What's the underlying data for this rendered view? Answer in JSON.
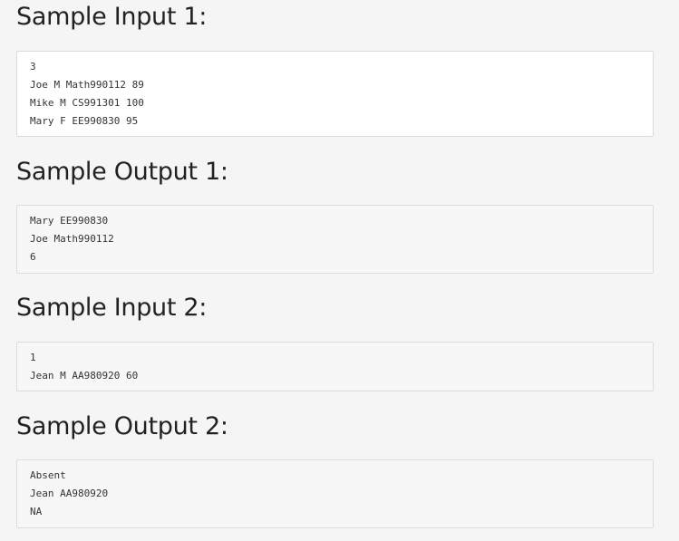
{
  "samples": [
    {
      "title": "Sample Input 1:",
      "lines": [
        "3",
        "Joe M Math990112 89",
        "Mike M CS991301 100",
        "Mary F EE990830 95"
      ]
    },
    {
      "title": "Sample Output 1:",
      "lines": [
        "Mary EE990830",
        "Joe Math990112",
        "6"
      ]
    },
    {
      "title": "Sample Input 2:",
      "lines": [
        "1",
        "Jean M AA980920 60"
      ]
    },
    {
      "title": "Sample Output 2:",
      "lines": [
        "Absent",
        "Jean AA980920",
        "NA"
      ]
    }
  ]
}
